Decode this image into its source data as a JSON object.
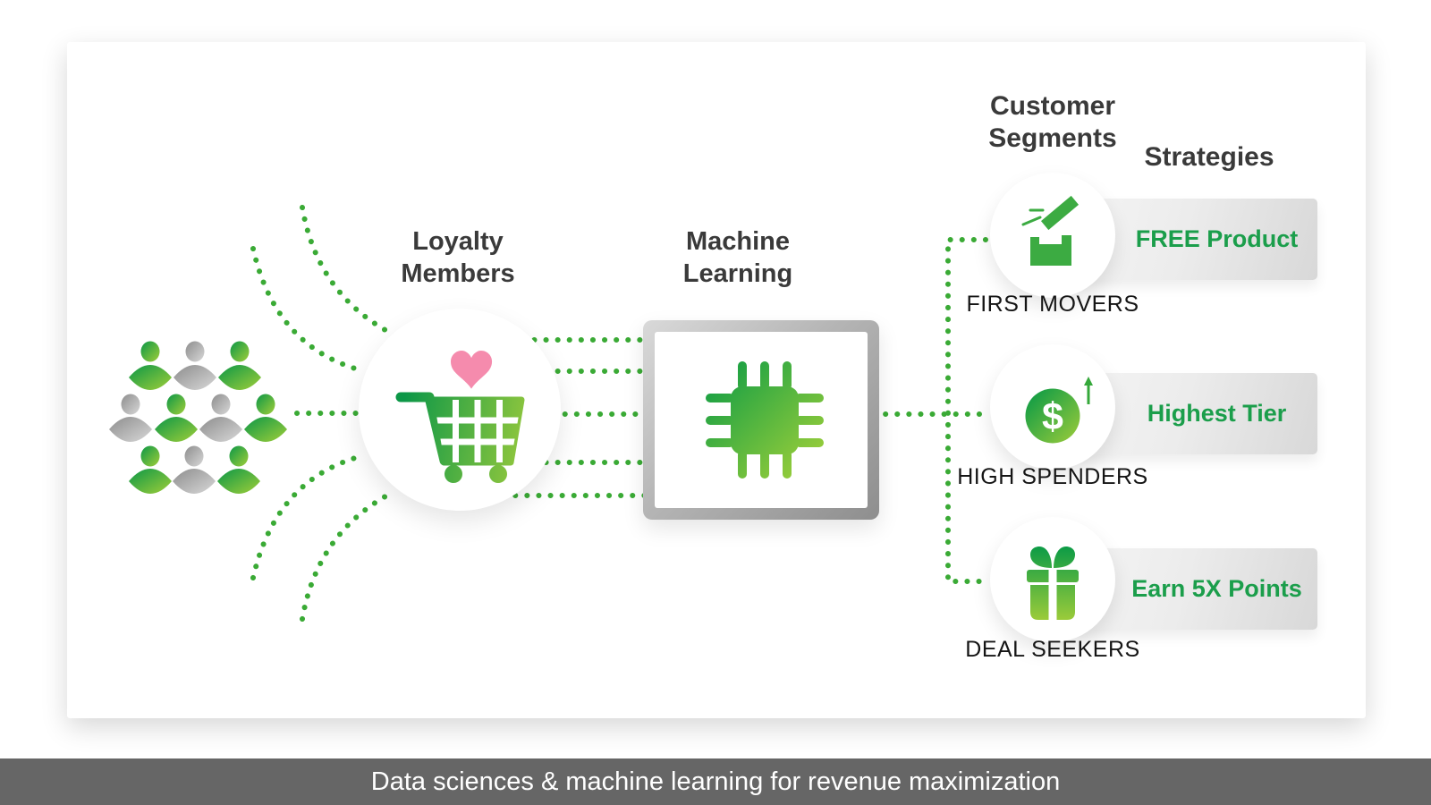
{
  "titles": {
    "loyalty": {
      "line1": "Loyalty",
      "line2": "Members"
    },
    "ml": {
      "line1": "Machine",
      "line2": "Learning"
    }
  },
  "headers": {
    "customer_segments": {
      "line1": "Customer",
      "line2": "Segments"
    },
    "strategies": "Strategies"
  },
  "segments": [
    {
      "label": "FIRST MOVERS",
      "strategy": "FREE Product",
      "icon": "open-box-icon"
    },
    {
      "label": "HIGH SPENDERS",
      "strategy": "Highest Tier",
      "icon": "dollar-rise-icon"
    },
    {
      "label": "DEAL SEEKERS",
      "strategy": "Earn 5X Points",
      "icon": "gift-icon"
    }
  ],
  "caption": "Data sciences & machine learning for revenue maximization",
  "icons": {
    "audience": "people-cluster-icon",
    "loyalty": "cart-heart-icon",
    "ml": "chip-icon"
  },
  "audience": {
    "rows": [
      [
        "green",
        "gray",
        "green"
      ],
      [
        "gray",
        "green",
        "gray",
        "green"
      ],
      [
        "green",
        "gray",
        "green"
      ]
    ]
  },
  "colors": {
    "dot_green": "#3aaa35",
    "green_dark": "#0c9a46",
    "green_light": "#9acb3a",
    "strategy_text": "#1b9e4b",
    "heart_pink": "#f58bad",
    "title_text": "#3a3a3a",
    "label_text": "#151515",
    "frame_gray": "#8e8e8e",
    "caption_bg": "#666666",
    "caption_text": "#ffffff"
  }
}
